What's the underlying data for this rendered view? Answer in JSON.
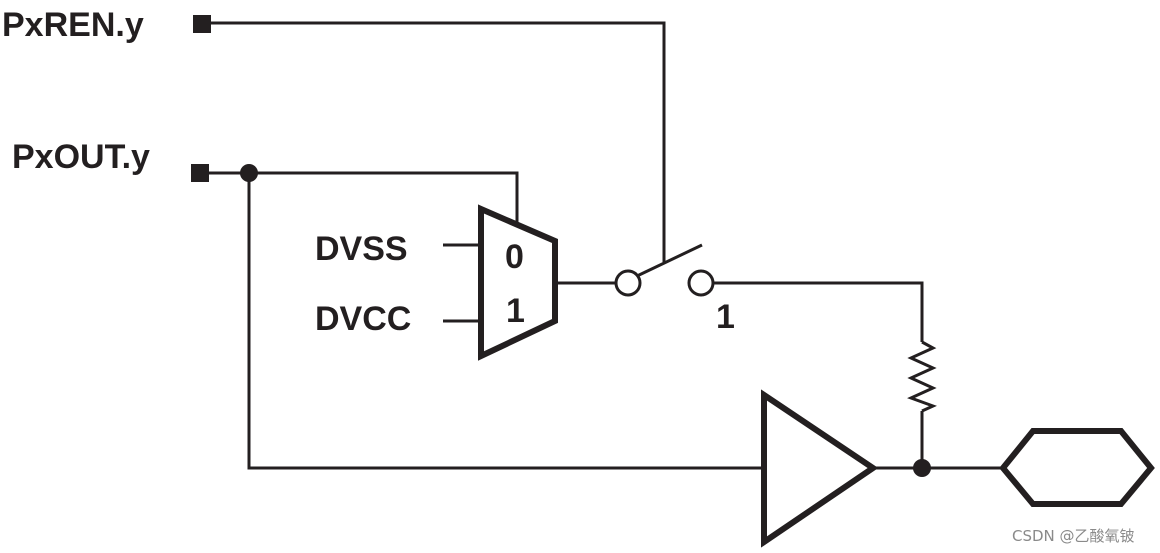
{
  "signals": {
    "ren": "PxREN.y",
    "out": "PxOUT.y",
    "dvss": "DVSS",
    "dvcc": "DVCC"
  },
  "mux": {
    "input0": "0",
    "input1": "1"
  },
  "switch": {
    "position": "1"
  },
  "watermark": "CSDN @乙酸氧铍",
  "colors": {
    "ink": "#231f20",
    "watermark": "#8a8a8a"
  }
}
